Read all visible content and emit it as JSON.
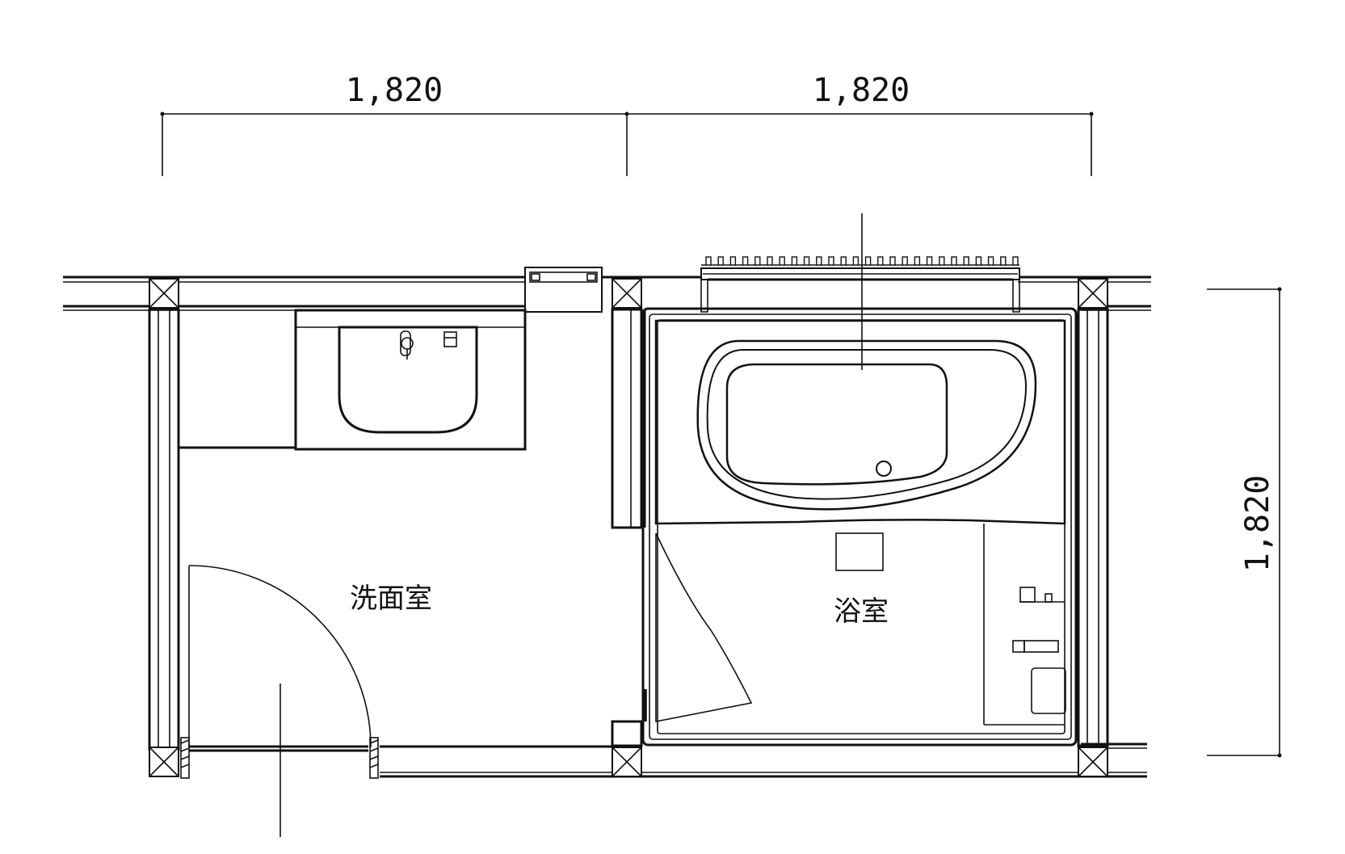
{
  "dimensions": {
    "top_left": "1,820",
    "top_right": "1,820",
    "right_vertical": "1,820"
  },
  "rooms": {
    "washroom": "洗面室",
    "bathroom": "浴室"
  },
  "colors": {
    "line": "#111111",
    "background": "#ffffff"
  }
}
